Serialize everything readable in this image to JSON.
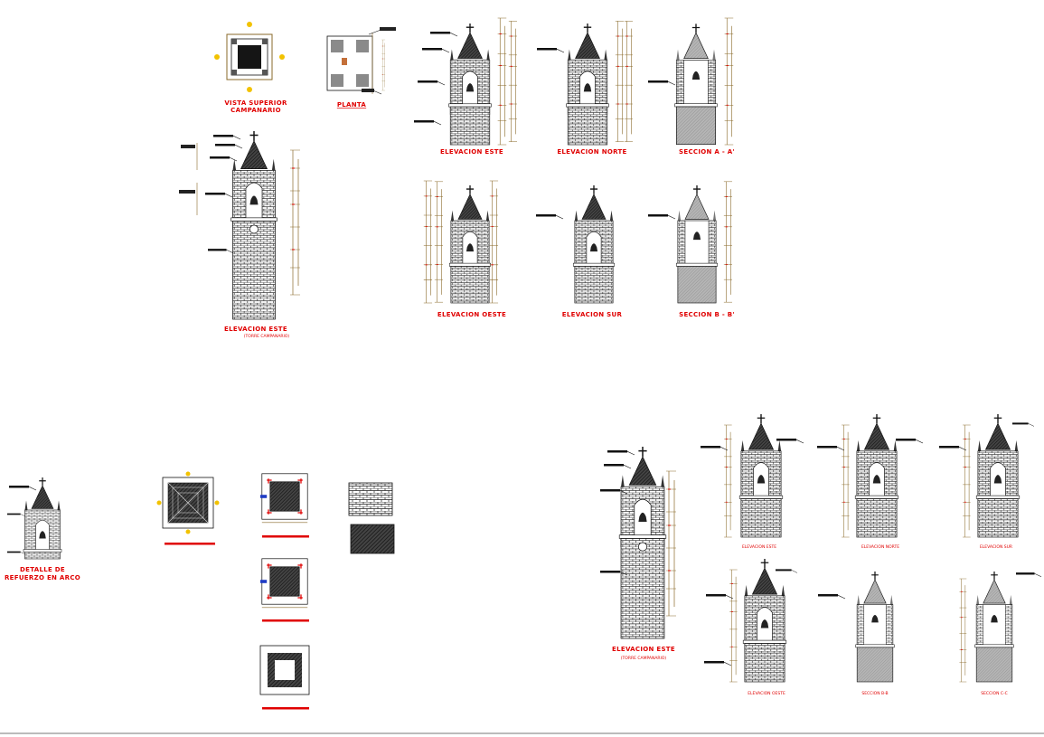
{
  "colors": {
    "line": "#1a1a1a",
    "dim": "#8a6a2a",
    "label_red": "#e00000",
    "hatch_dark": "#2a2a2a",
    "section_gray": "#a8a8a8",
    "paper": "#ffffff",
    "marker_yellow": "#f2c200"
  },
  "titles": {
    "top_view": [
      "VISTA SUPERIOR",
      "CAMPANARIO"
    ],
    "plan": "PLANTA",
    "elev_east_top": "ELEVACION ESTE",
    "elev_north_top": "ELEVACION NORTE",
    "section_aa": "SECCION A - A'",
    "elev_west_top": "ELEVACION OESTE",
    "elev_south_top": "ELEVACION SUR",
    "section_bb": "SECCION B - B'",
    "tower_east": "ELEVACION ESTE",
    "tower_east_sub": "(TORRE CAMPANARIO)",
    "arch_detail": [
      "DETALLE DE",
      "REFUERZO EN ARCO"
    ],
    "tower_east_2": "ELEVACION ESTE",
    "tower_east_2_sub": "(TORRE CAMPANARIO)",
    "lower_elev_east": "ELEVACION ESTE",
    "lower_elev_north": "ELEVACION NORTE",
    "lower_elev_south": "ELEVACION SUR",
    "lower_elev_west": "ELEVACION OESTE",
    "lower_section_1": "SECCION B-B",
    "lower_section_2": "SECCION C-C"
  }
}
